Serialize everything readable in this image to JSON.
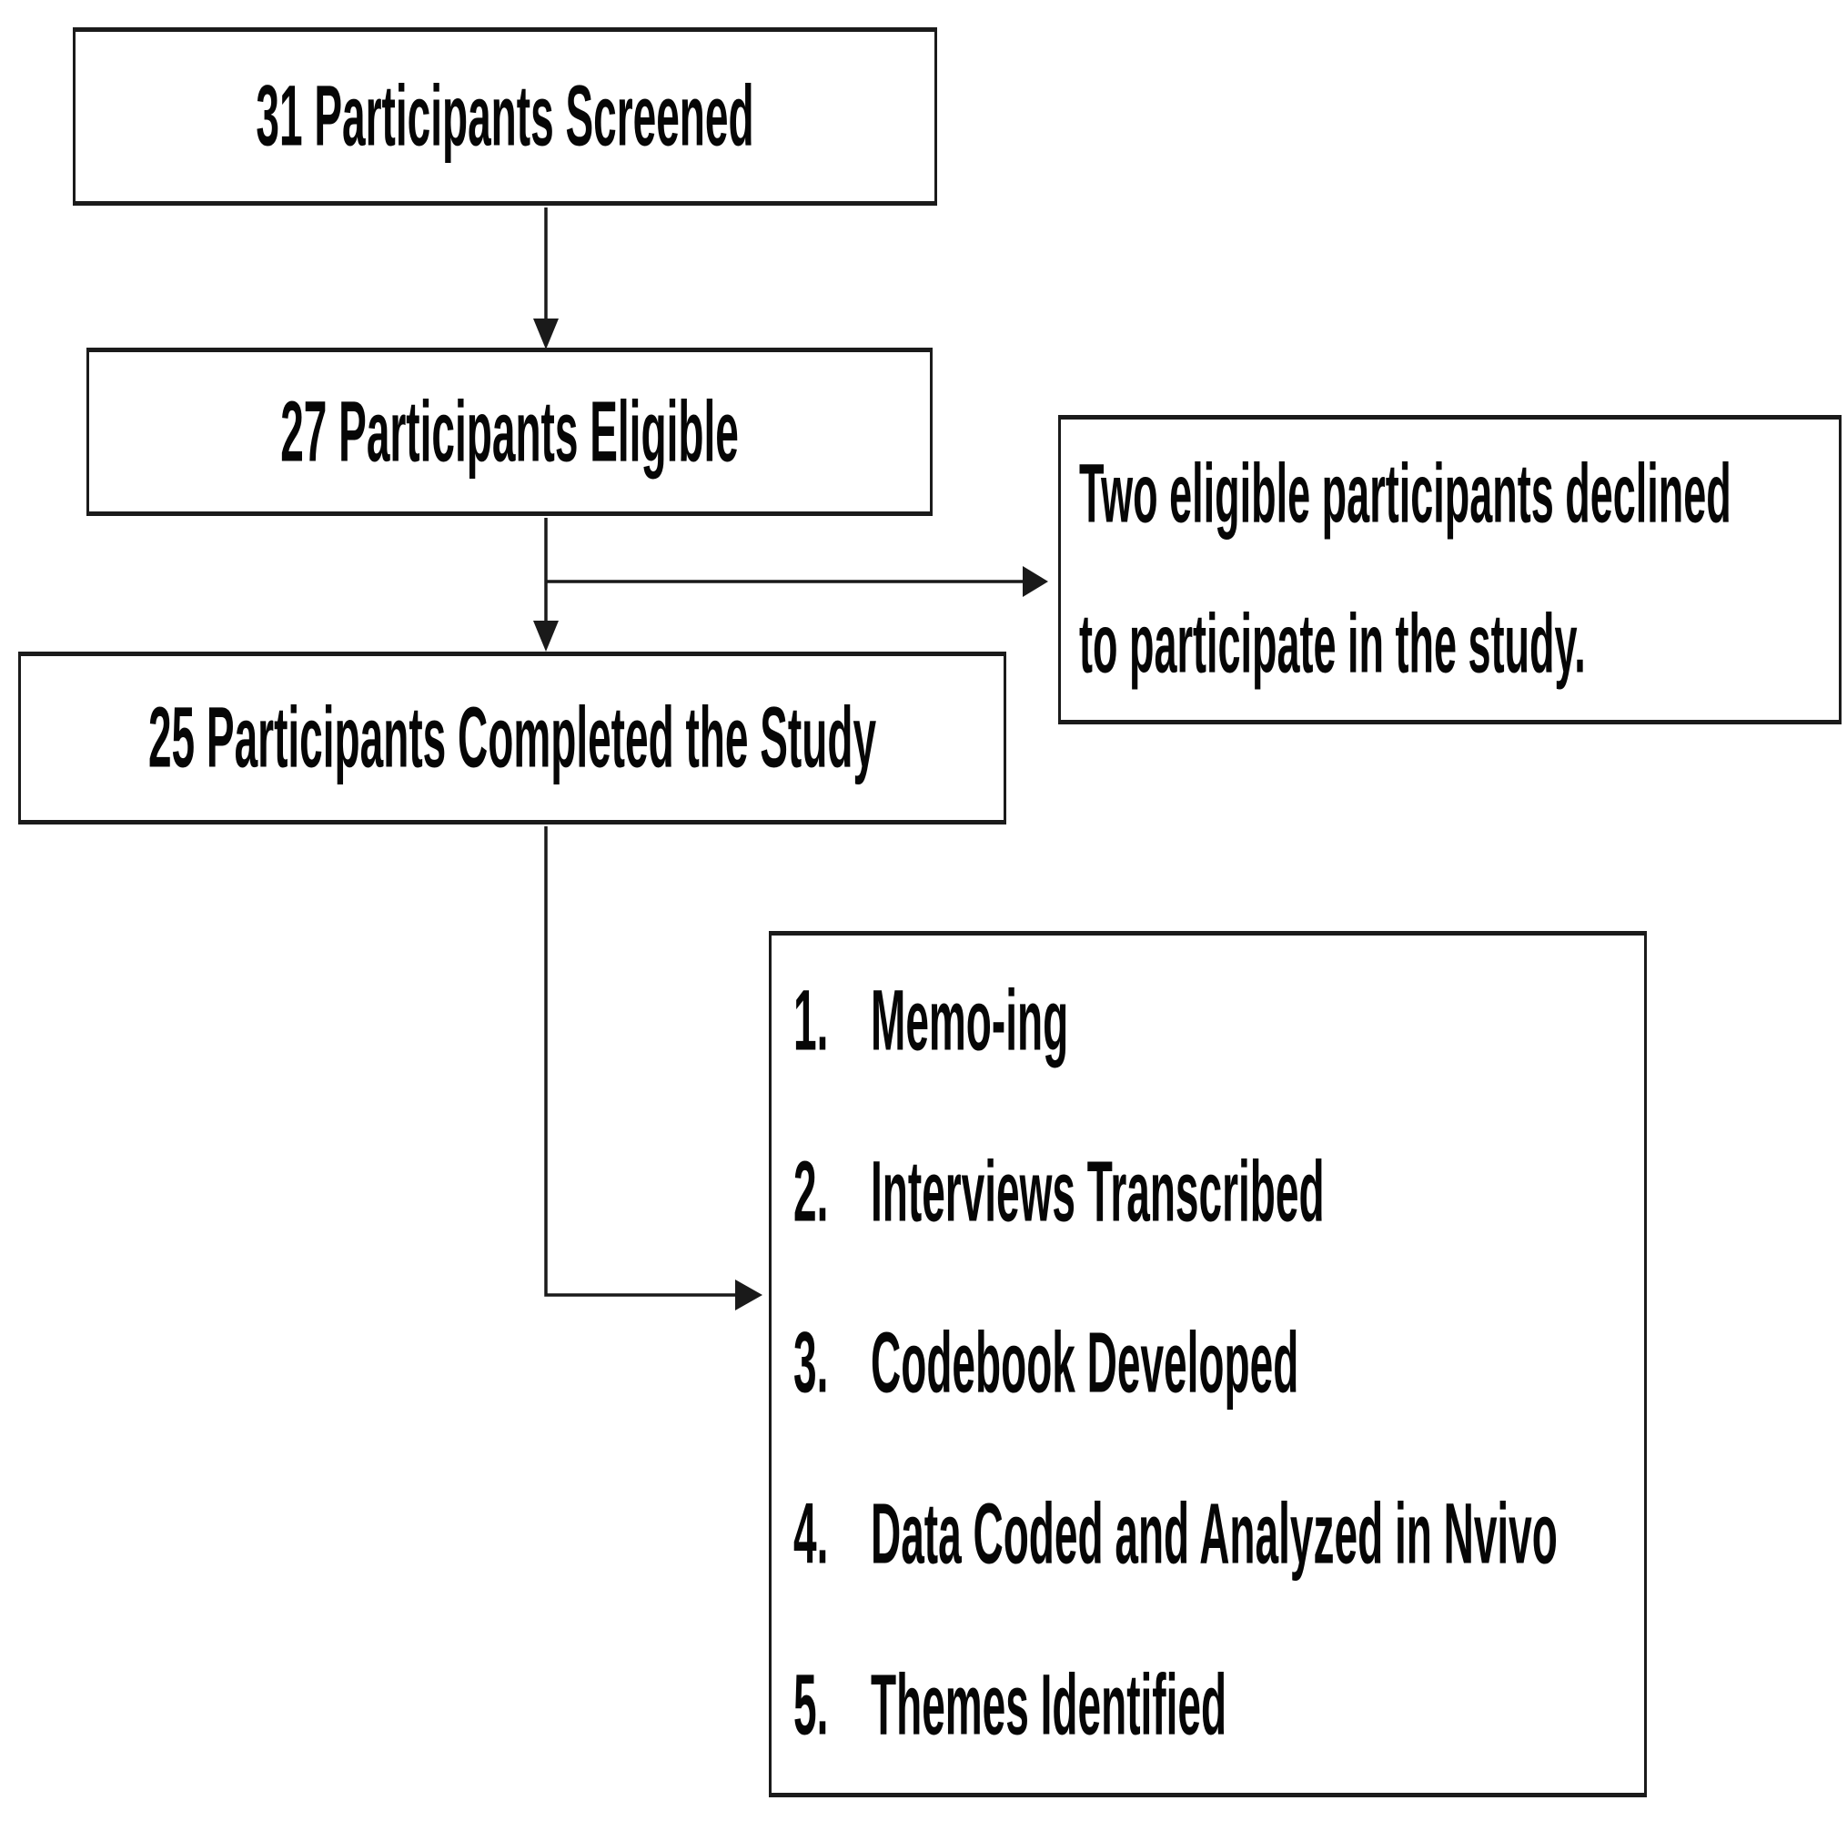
{
  "flowchart": {
    "nodes": {
      "screened": {
        "label": "31 Participants Screened"
      },
      "eligible": {
        "label": "27 Participants Eligible"
      },
      "completed": {
        "label": "25 Participants Completed the Study"
      },
      "declined": {
        "lines": [
          "Two eligible participants declined",
          "to participate in the study."
        ]
      },
      "steps": {
        "items": [
          {
            "num": "1.",
            "label": "Memo-ing"
          },
          {
            "num": "2.",
            "label": "Interviews Transcribed"
          },
          {
            "num": "3.",
            "label": "Codebook Developed"
          },
          {
            "num": "4.",
            "label": "Data Coded and Analyzed in Nvivo"
          },
          {
            "num": "5.",
            "label": "Themes Identified"
          }
        ]
      }
    },
    "colors": {
      "background": "#ffffff",
      "border": "#1b1b1b",
      "arrow": "#1a1a1a",
      "text": "#060606"
    }
  }
}
